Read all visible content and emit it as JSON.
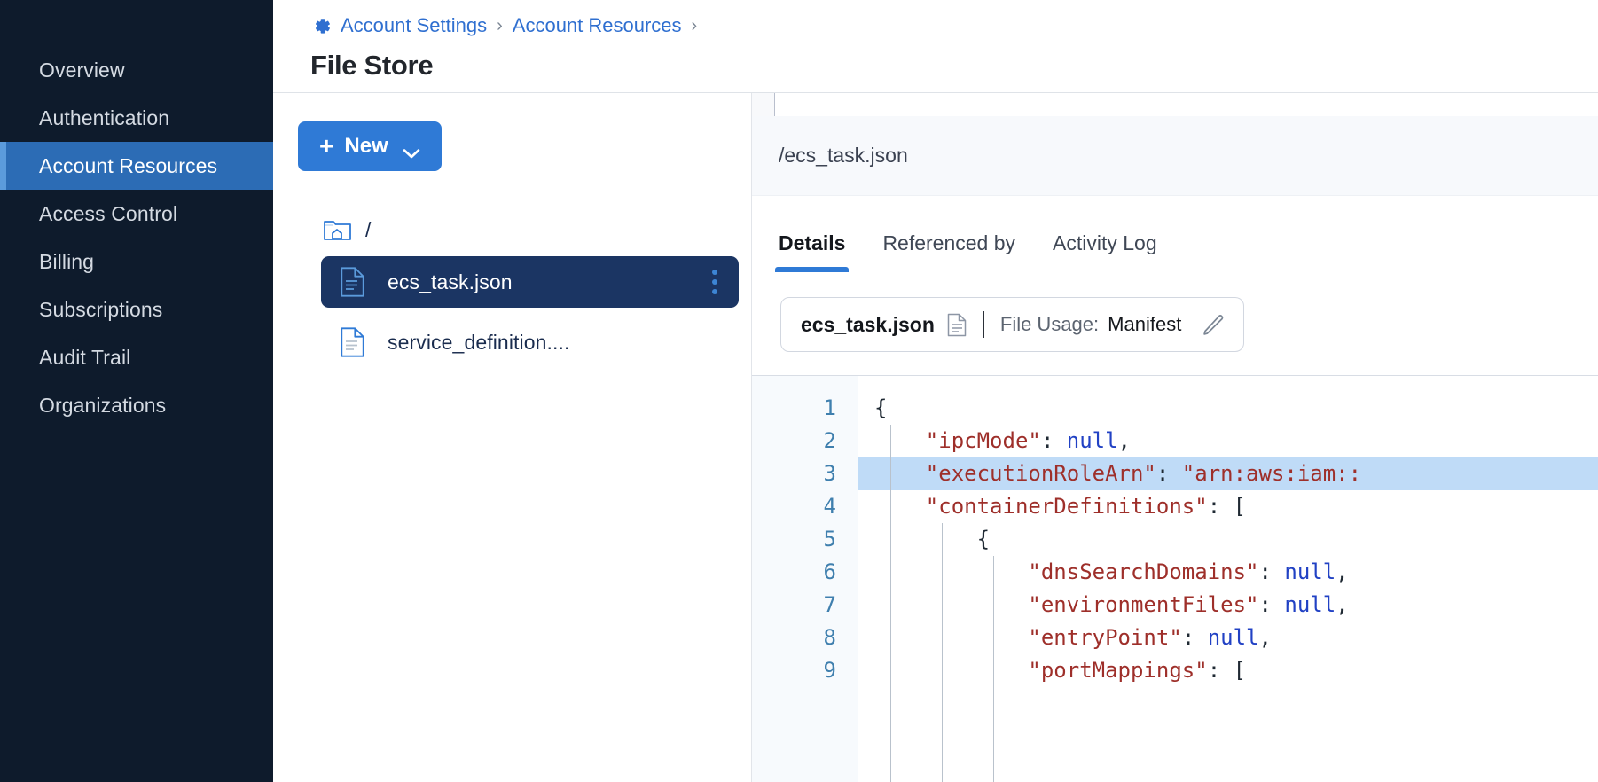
{
  "sidebar": {
    "items": [
      {
        "label": "Overview",
        "active": false
      },
      {
        "label": "Authentication",
        "active": false
      },
      {
        "label": "Account Resources",
        "active": true
      },
      {
        "label": "Access Control",
        "active": false
      },
      {
        "label": "Billing",
        "active": false
      },
      {
        "label": "Subscriptions",
        "active": false
      },
      {
        "label": "Audit Trail",
        "active": false
      },
      {
        "label": "Organizations",
        "active": false
      }
    ]
  },
  "header": {
    "gear_icon": "gear-icon",
    "breadcrumb": [
      {
        "label": "Account Settings",
        "link": true
      },
      {
        "label": "Account Resources",
        "link": true
      }
    ],
    "separator": "›",
    "title": "File Store"
  },
  "tree_panel": {
    "new_button": {
      "plus": "+",
      "label": "New",
      "chevron": "chevron-down-icon"
    },
    "root": {
      "icon": "folder-home-icon",
      "label": "/"
    },
    "files": [
      {
        "name": "ecs_task.json",
        "icon": "document-icon",
        "selected": true,
        "menu": "kebab-menu-icon"
      },
      {
        "name": "service_definition....",
        "icon": "document-icon",
        "selected": false
      }
    ]
  },
  "detail": {
    "path": "/ecs_task.json",
    "tabs": [
      {
        "label": "Details",
        "active": true
      },
      {
        "label": "Referenced by",
        "active": false
      },
      {
        "label": "Activity Log",
        "active": false
      }
    ],
    "usage_card": {
      "file_name": "ecs_task.json",
      "file_icon": "document-icon",
      "usage_label": "File Usage:",
      "usage_value": "Manifest",
      "edit_icon": "pencil-icon"
    }
  },
  "code": {
    "language": "json",
    "highlighted_line": 3,
    "lines": [
      {
        "n": 1,
        "indent": 0,
        "tokens": [
          {
            "t": "punc",
            "v": "{"
          }
        ]
      },
      {
        "n": 2,
        "indent": 1,
        "tokens": [
          {
            "t": "key",
            "v": "\"ipcMode\""
          },
          {
            "t": "punc",
            "v": ": "
          },
          {
            "t": "null",
            "v": "null"
          },
          {
            "t": "punc",
            "v": ","
          }
        ]
      },
      {
        "n": 3,
        "indent": 1,
        "tokens": [
          {
            "t": "key",
            "v": "\"executionRoleArn\""
          },
          {
            "t": "punc",
            "v": ": "
          },
          {
            "t": "str",
            "v": "\"arn:aws:iam::"
          }
        ]
      },
      {
        "n": 4,
        "indent": 1,
        "tokens": [
          {
            "t": "key",
            "v": "\"containerDefinitions\""
          },
          {
            "t": "punc",
            "v": ": ["
          }
        ]
      },
      {
        "n": 5,
        "indent": 2,
        "tokens": [
          {
            "t": "punc",
            "v": "{"
          }
        ]
      },
      {
        "n": 6,
        "indent": 3,
        "tokens": [
          {
            "t": "key",
            "v": "\"dnsSearchDomains\""
          },
          {
            "t": "punc",
            "v": ": "
          },
          {
            "t": "null",
            "v": "null"
          },
          {
            "t": "punc",
            "v": ","
          }
        ]
      },
      {
        "n": 7,
        "indent": 3,
        "tokens": [
          {
            "t": "key",
            "v": "\"environmentFiles\""
          },
          {
            "t": "punc",
            "v": ": "
          },
          {
            "t": "null",
            "v": "null"
          },
          {
            "t": "punc",
            "v": ","
          }
        ]
      },
      {
        "n": 8,
        "indent": 3,
        "tokens": [
          {
            "t": "key",
            "v": "\"entryPoint\""
          },
          {
            "t": "punc",
            "v": ": "
          },
          {
            "t": "null",
            "v": "null"
          },
          {
            "t": "punc",
            "v": ","
          }
        ]
      },
      {
        "n": 9,
        "indent": 3,
        "tokens": [
          {
            "t": "key",
            "v": "\"portMappings\""
          },
          {
            "t": "punc",
            "v": ": ["
          }
        ]
      }
    ]
  },
  "colors": {
    "sidebar_bg": "#0e1b2c",
    "sidebar_active": "#2c6cb5",
    "sidebar_accent": "#5b9bdc",
    "primary_button": "#2f7ad6",
    "selected_row": "#1b3563",
    "link": "#2f6fd0",
    "code_key": "#9e2f2a",
    "code_null": "#2141c4",
    "highlight_line": "#bfdbf7"
  }
}
